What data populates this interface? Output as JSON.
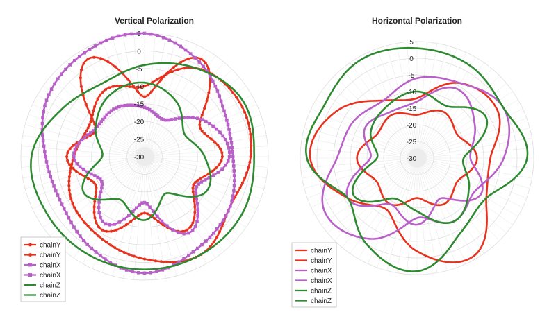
{
  "colors": {
    "chainY": "#e8321e",
    "chainX": "#b860c8",
    "chainZ": "#2e8a30",
    "grid": "#dddddd",
    "text": "#222222"
  },
  "chart_data": [
    {
      "type": "polar-line",
      "title": "Vertical Polarization",
      "radial_ticks": [
        "5",
        "0",
        "-5",
        "-10",
        "-15",
        "-20",
        "-25",
        "-30"
      ],
      "rlim": [
        -30,
        5
      ],
      "grid": true,
      "legend_position": "bottom-left",
      "series": [
        {
          "name": "chainY",
          "color": "#e8321e",
          "marker": "dot",
          "points": [
            [
              0,
              -13
            ],
            [
              30,
              2
            ],
            [
              60,
              -12
            ],
            [
              90,
              -8
            ],
            [
              120,
              -14
            ],
            [
              150,
              -6
            ],
            [
              180,
              -14
            ],
            [
              210,
              -6
            ],
            [
              240,
              -14
            ],
            [
              270,
              -8
            ],
            [
              300,
              -14
            ],
            [
              330,
              2
            ]
          ]
        },
        {
          "name": "chainY",
          "color": "#e8321e",
          "marker": "dot",
          "points": [
            [
              0,
              -10
            ],
            [
              30,
              -1
            ],
            [
              60,
              1
            ],
            [
              90,
              0
            ],
            [
              120,
              -2
            ],
            [
              150,
              2
            ],
            [
              180,
              -1
            ],
            [
              210,
              -4
            ],
            [
              240,
              -6
            ],
            [
              270,
              -10
            ],
            [
              300,
              -12
            ],
            [
              330,
              -8
            ]
          ]
        },
        {
          "name": "chainX",
          "color": "#b860c8",
          "marker": "square",
          "points": [
            [
              0,
              -16
            ],
            [
              30,
              -18
            ],
            [
              60,
              -10
            ],
            [
              90,
              -6
            ],
            [
              120,
              -13
            ],
            [
              150,
              -5
            ],
            [
              180,
              -17
            ],
            [
              210,
              -8
            ],
            [
              240,
              -16
            ],
            [
              270,
              -10
            ],
            [
              300,
              -14
            ],
            [
              330,
              -14
            ]
          ]
        },
        {
          "name": "chainX",
          "color": "#b860c8",
          "marker": "square",
          "points": [
            [
              0,
              5
            ],
            [
              30,
              1
            ],
            [
              60,
              -4
            ],
            [
              90,
              -5
            ],
            [
              120,
              -2
            ],
            [
              150,
              0
            ],
            [
              180,
              3
            ],
            [
              210,
              0
            ],
            [
              240,
              -3
            ],
            [
              270,
              -2
            ],
            [
              300,
              2
            ],
            [
              330,
              4
            ]
          ]
        },
        {
          "name": "chainZ",
          "color": "#2e8a30",
          "marker": "none",
          "points": [
            [
              0,
              -9
            ],
            [
              30,
              -12
            ],
            [
              60,
              -17
            ],
            [
              90,
              -13
            ],
            [
              120,
              -10
            ],
            [
              150,
              -18
            ],
            [
              180,
              -12
            ],
            [
              210,
              -16
            ],
            [
              240,
              -10
            ],
            [
              270,
              -18
            ],
            [
              300,
              -14
            ],
            [
              330,
              -10
            ]
          ]
        },
        {
          "name": "chainZ",
          "color": "#2e8a30",
          "marker": "none",
          "points": [
            [
              0,
              -4
            ],
            [
              30,
              -1
            ],
            [
              60,
              2
            ],
            [
              90,
              1
            ],
            [
              120,
              2
            ],
            [
              150,
              2
            ],
            [
              180,
              2
            ],
            [
              210,
              2
            ],
            [
              240,
              2
            ],
            [
              270,
              2
            ],
            [
              300,
              -3
            ],
            [
              330,
              -6
            ]
          ]
        }
      ]
    },
    {
      "type": "polar-line",
      "title": "Horizontal Polarization",
      "radial_ticks": [
        "5",
        "0",
        "-5",
        "-10",
        "-15",
        "-20",
        "-25",
        "-30"
      ],
      "rlim": [
        -30,
        5
      ],
      "grid": true,
      "legend_position": "bottom-left",
      "series": [
        {
          "name": "chainY",
          "color": "#e8321e",
          "marker": "none",
          "points": [
            [
              0,
              -12
            ],
            [
              30,
              -4
            ],
            [
              60,
              -2
            ],
            [
              90,
              -8
            ],
            [
              120,
              -6
            ],
            [
              150,
              4
            ],
            [
              180,
              -2
            ],
            [
              210,
              -12
            ],
            [
              240,
              -6
            ],
            [
              270,
              2
            ],
            [
              300,
              -2
            ],
            [
              330,
              -10
            ]
          ]
        },
        {
          "name": "chainY",
          "color": "#e8321e",
          "marker": "none",
          "points": [
            [
              0,
              -17
            ],
            [
              30,
              -14
            ],
            [
              60,
              -16
            ],
            [
              90,
              -12
            ],
            [
              120,
              -16
            ],
            [
              150,
              -14
            ],
            [
              180,
              -18
            ],
            [
              210,
              -14
            ],
            [
              240,
              -16
            ],
            [
              270,
              -12
            ],
            [
              300,
              -16
            ],
            [
              330,
              -15
            ]
          ]
        },
        {
          "name": "chainX",
          "color": "#b860c8",
          "marker": "none",
          "points": [
            [
              0,
              -13
            ],
            [
              30,
              -6
            ],
            [
              60,
              -10
            ],
            [
              90,
              -14
            ],
            [
              120,
              -8
            ],
            [
              150,
              -16
            ],
            [
              180,
              -10
            ],
            [
              210,
              -14
            ],
            [
              240,
              -6
            ],
            [
              270,
              -16
            ],
            [
              300,
              -12
            ],
            [
              330,
              -14
            ]
          ]
        },
        {
          "name": "chainX",
          "color": "#b860c8",
          "marker": "none",
          "points": [
            [
              0,
              -6
            ],
            [
              30,
              -4
            ],
            [
              60,
              0
            ],
            [
              90,
              -4
            ],
            [
              120,
              -10
            ],
            [
              150,
              -8
            ],
            [
              180,
              -12
            ],
            [
              210,
              -2
            ],
            [
              240,
              2
            ],
            [
              270,
              -6
            ],
            [
              300,
              -8
            ],
            [
              330,
              -10
            ]
          ]
        },
        {
          "name": "chainZ",
          "color": "#2e8a30",
          "marker": "none",
          "points": [
            [
              0,
              3
            ],
            [
              30,
              2
            ],
            [
              60,
              0
            ],
            [
              90,
              3
            ],
            [
              120,
              -6
            ],
            [
              150,
              -4
            ],
            [
              180,
              4
            ],
            [
              210,
              0
            ],
            [
              240,
              -6
            ],
            [
              270,
              3
            ],
            [
              300,
              2
            ],
            [
              330,
              4
            ]
          ]
        },
        {
          "name": "chainZ",
          "color": "#2e8a30",
          "marker": "none",
          "points": [
            [
              0,
              -10
            ],
            [
              30,
              -12
            ],
            [
              60,
              -6
            ],
            [
              90,
              -16
            ],
            [
              120,
              -12
            ],
            [
              150,
              -8
            ],
            [
              180,
              -14
            ],
            [
              210,
              -16
            ],
            [
              240,
              -8
            ],
            [
              270,
              -18
            ],
            [
              300,
              -14
            ],
            [
              330,
              -12
            ]
          ]
        }
      ]
    }
  ]
}
